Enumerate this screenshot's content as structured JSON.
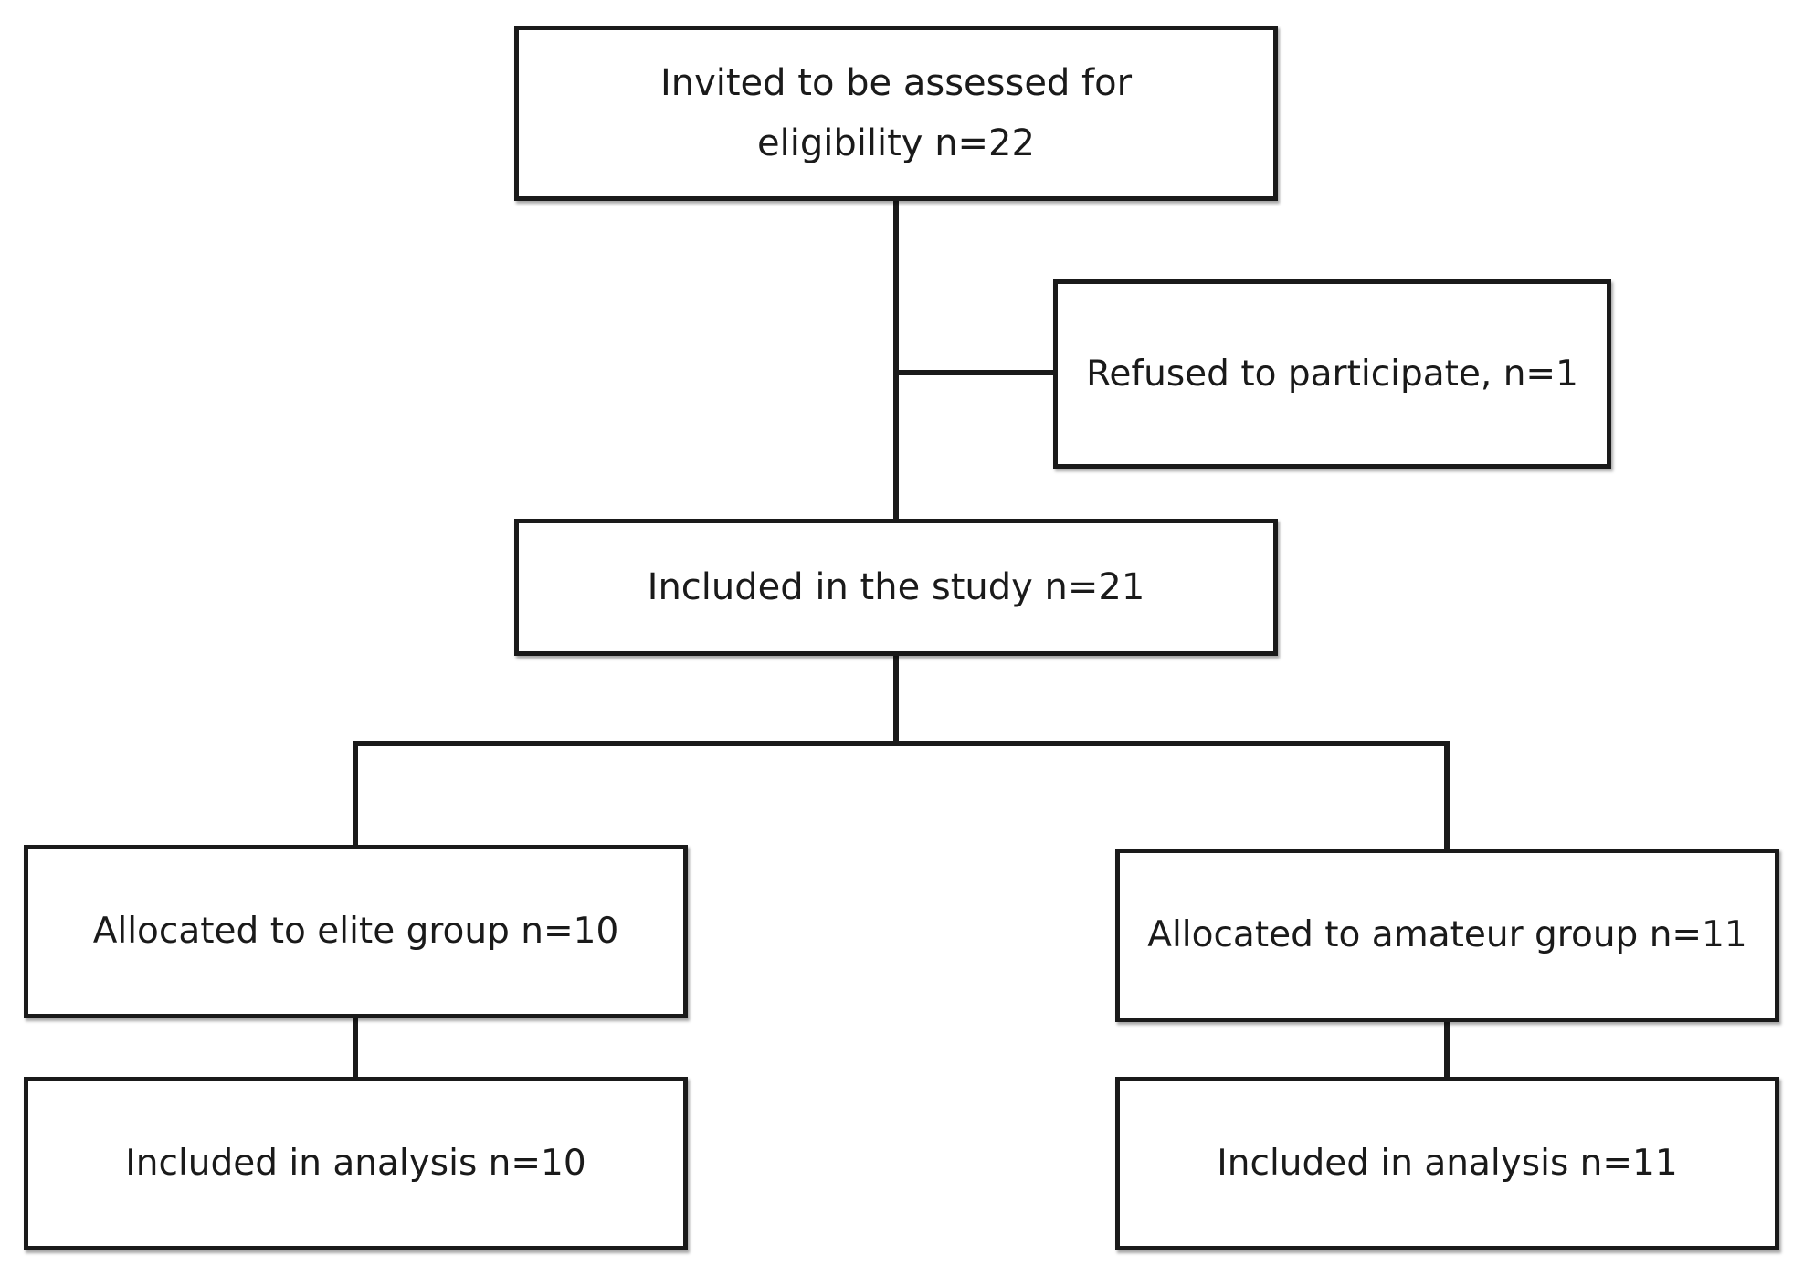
{
  "flowchart": {
    "invited": {
      "label": "Invited to be assessed for eligibility n=22"
    },
    "refused": {
      "label": "Refused to participate, n=1"
    },
    "included": {
      "label": "Included in the study n=21"
    },
    "elite": {
      "label": "Allocated to elite group n=10"
    },
    "amateur": {
      "label": "Allocated to amateur group n=11"
    },
    "analysis_elite": {
      "label": "Included in analysis n=10"
    },
    "analysis_amateur": {
      "label": "Included in analysis n=11"
    },
    "colors": {
      "stroke": "#1a1a1a",
      "fill": "#ffffff"
    }
  }
}
